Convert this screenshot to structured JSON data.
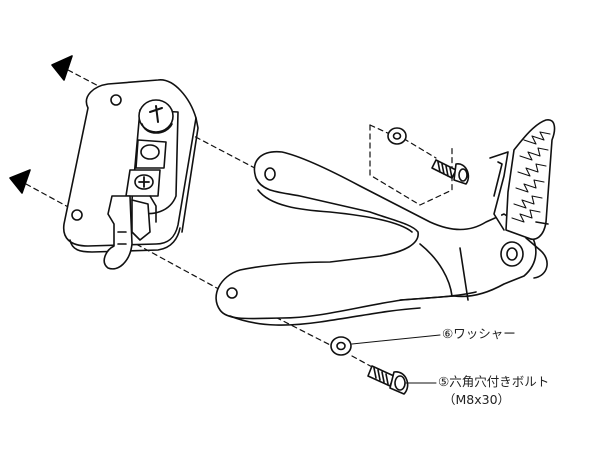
{
  "labels": {
    "washer": "⑥ワッシャー",
    "bolt": "⑤六角穴付きボルト",
    "bolt_size": "（M8x30）"
  },
  "colors": {
    "line": "#111111",
    "fill": "#ffffff",
    "arrow": "#000000"
  },
  "icons": {
    "arrow_marker": "triangle-arrow-icon",
    "screw_head": "phillips-screw-icon",
    "washer": "washer-icon",
    "bolt": "hex-socket-bolt-icon"
  }
}
